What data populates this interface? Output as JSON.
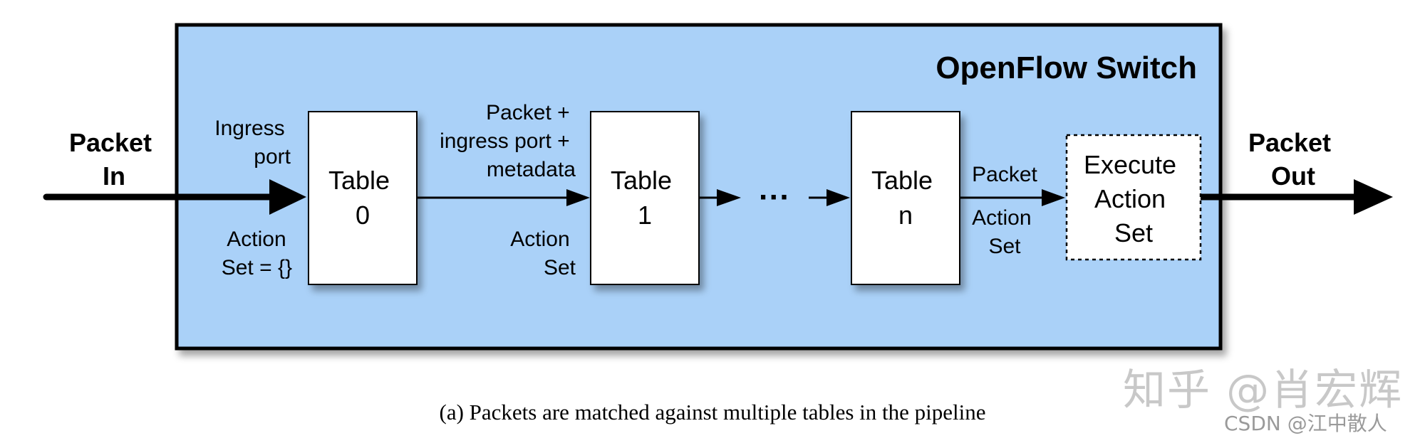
{
  "switch_title": "OpenFlow Switch",
  "packet_in": [
    "Packet",
    "In"
  ],
  "packet_out": [
    "Packet",
    "Out"
  ],
  "ingress_label": [
    "Ingress",
    "port"
  ],
  "action_set_initial": [
    "Action",
    "Set = {}"
  ],
  "between_label": [
    "Packet +",
    "ingress port +",
    "metadata"
  ],
  "action_set_mid": [
    "Action",
    "Set"
  ],
  "ellipsis": "···",
  "packet_label": "Packet",
  "action_set_end": [
    "Action",
    "Set"
  ],
  "tables": [
    {
      "line1": "Table",
      "line2": "0"
    },
    {
      "line1": "Table",
      "line2": "1"
    },
    {
      "line1": "Table",
      "line2": "n"
    }
  ],
  "execute": [
    "Execute",
    "Action",
    "Set"
  ],
  "caption": "(a) Packets are matched against multiple tables in the pipeline",
  "watermark": "知乎 @肖宏辉",
  "watermark_sub": "CSDN @江中散人",
  "colors": {
    "switch_fill": "#aad1f8",
    "box_fill": "#ffffff",
    "stroke": "#000000"
  }
}
